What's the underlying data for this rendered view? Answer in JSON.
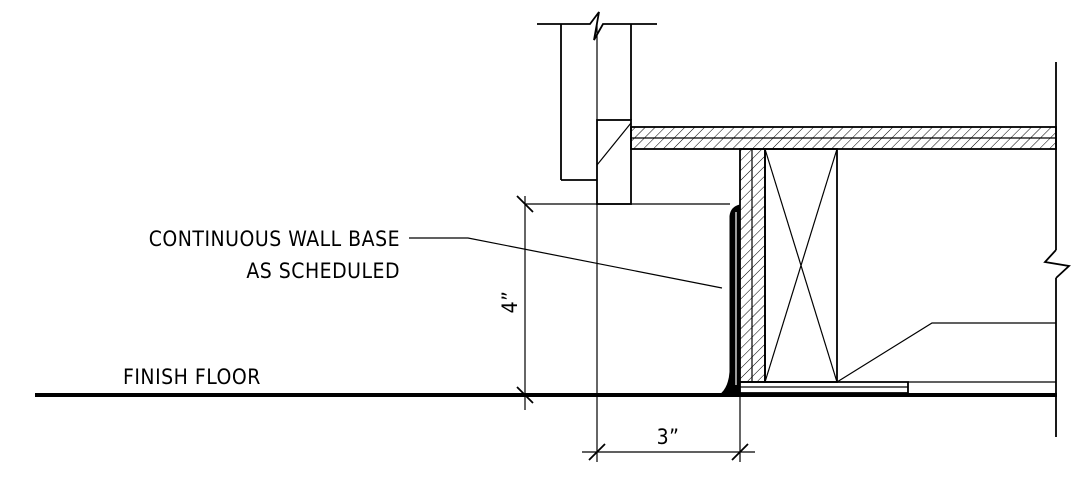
{
  "labels": {
    "wall_base_line1": "CONTINUOUS WALL BASE",
    "wall_base_line2": "AS SCHEDULED",
    "finish_floor": "FINISH FLOOR",
    "dim_height": "4”",
    "dim_width": "3”"
  },
  "colors": {
    "ink": "#000000",
    "background": "#ffffff"
  }
}
